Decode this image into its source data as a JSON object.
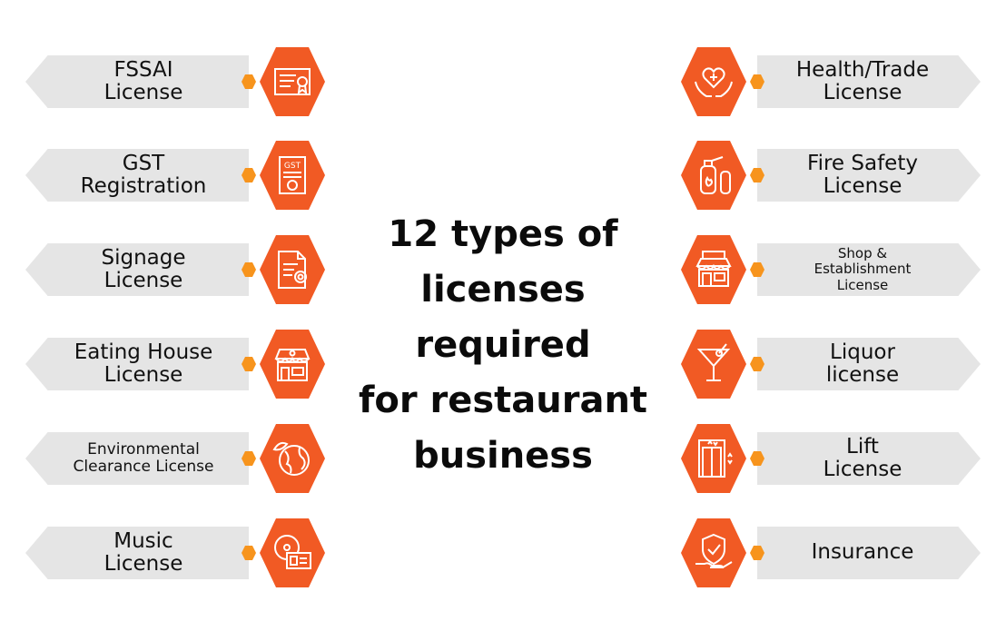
{
  "title": "12 types of\nlicenses required\nfor restaurant\nbusiness",
  "colors": {
    "hex": "#f15a24",
    "connector": "#f7941d",
    "label_bg": "#e5e5e5"
  },
  "left": [
    {
      "label": "FSSAI\nLicense",
      "icon": "certificate-icon"
    },
    {
      "label": "GST\nRegistration",
      "icon": "gst-document-icon"
    },
    {
      "label": "Signage\nLicense",
      "icon": "document-seal-icon"
    },
    {
      "label": "Eating House\nLicense",
      "icon": "restaurant-storefront-icon"
    },
    {
      "label": "Environmental\nClearance License",
      "icon": "globe-leaf-icon"
    },
    {
      "label": "Music\nLicense",
      "icon": "music-disc-icon"
    }
  ],
  "right": [
    {
      "label": "Health/Trade\nLicense",
      "icon": "heart-hands-icon"
    },
    {
      "label": "Fire Safety\nLicense",
      "icon": "fire-extinguisher-icon"
    },
    {
      "label": "Shop &\nEstablishment\nLicense",
      "icon": "shop-icon"
    },
    {
      "label": "Liquor\nlicense",
      "icon": "cocktail-glass-icon"
    },
    {
      "label": "Lift\nLicense",
      "icon": "elevator-icon"
    },
    {
      "label": "Insurance",
      "icon": "shield-hand-icon"
    }
  ]
}
